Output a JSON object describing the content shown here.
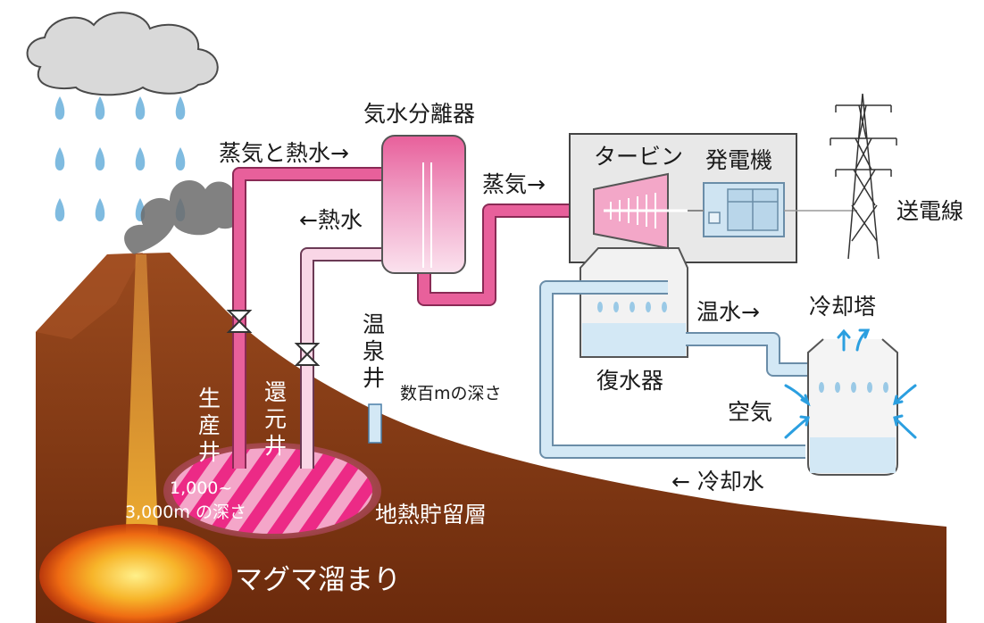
{
  "labels": {
    "separator": "気水分離器",
    "steam_hot_water": "蒸気と熱水→",
    "hot_water_return": "←熱水",
    "steam_to_turbine": "蒸気→",
    "turbine": "タービン",
    "generator": "発電機",
    "power_line": "送電線",
    "warm_water": "温水→",
    "cooling_tower": "冷却塔",
    "hot_spring_well": [
      "温",
      "泉",
      "井"
    ],
    "hot_spring_depth": "数百mの深さ",
    "condenser": "復水器",
    "air": "空気",
    "cooling_water": "← 冷却水",
    "production_well": [
      "生",
      "産",
      "井"
    ],
    "reinjection_well": [
      "還",
      "元",
      "井"
    ],
    "depth_line1": "1,000~",
    "depth_line2": "3,000m の深さ",
    "reservoir": "地熱貯留層",
    "magma": "マグマ溜まり"
  },
  "colors": {
    "steam_pipe": "#e8609b",
    "return_pipe": "#f9d6e6",
    "cooling_pipe": "#d3e8f5",
    "ground": "#7a2e0f",
    "volcano": "#8a3a14",
    "magma": "#f5a01e",
    "water_drop": "#7fbbe0",
    "air_arrow": "#2b9fe0"
  }
}
